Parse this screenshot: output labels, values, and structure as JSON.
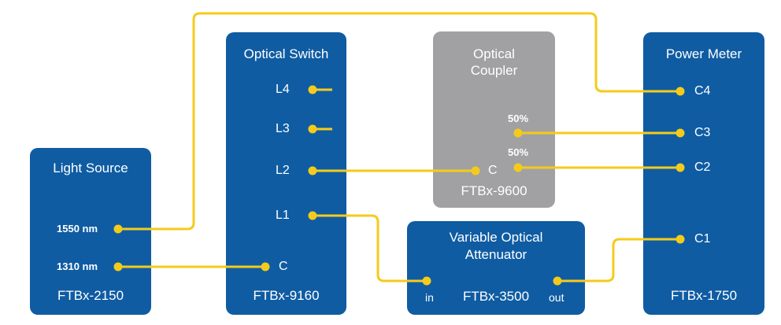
{
  "colors": {
    "module": "#0f5ca3",
    "coupler": "#a1a1a3",
    "fiber": "#f4cb1b",
    "text": "#ffffff"
  },
  "light_source": {
    "title": "Light Source",
    "port_1550": "1550 nm",
    "port_1310": "1310 nm",
    "model": "FTBx-2150"
  },
  "optical_switch": {
    "title": "Optical Switch",
    "port_l4": "L4",
    "port_l3": "L3",
    "port_l2": "L2",
    "port_l1": "L1",
    "port_c": "C",
    "model": "FTBx-9160"
  },
  "optical_coupler": {
    "title_line1": "Optical",
    "title_line2": "Coupler",
    "split_top": "50%",
    "split_bottom": "50%",
    "port_c": "C",
    "model": "FTBx-9600"
  },
  "attenuator": {
    "title_line1": "Variable Optical",
    "title_line2": "Attenuator",
    "port_in": "in",
    "port_out": "out",
    "model": "FTBx-3500"
  },
  "power_meter": {
    "title": "Power Meter",
    "port_c4": "C4",
    "port_c3": "C3",
    "port_c2": "C2",
    "port_c1": "C1",
    "model": "FTBx-1750"
  }
}
